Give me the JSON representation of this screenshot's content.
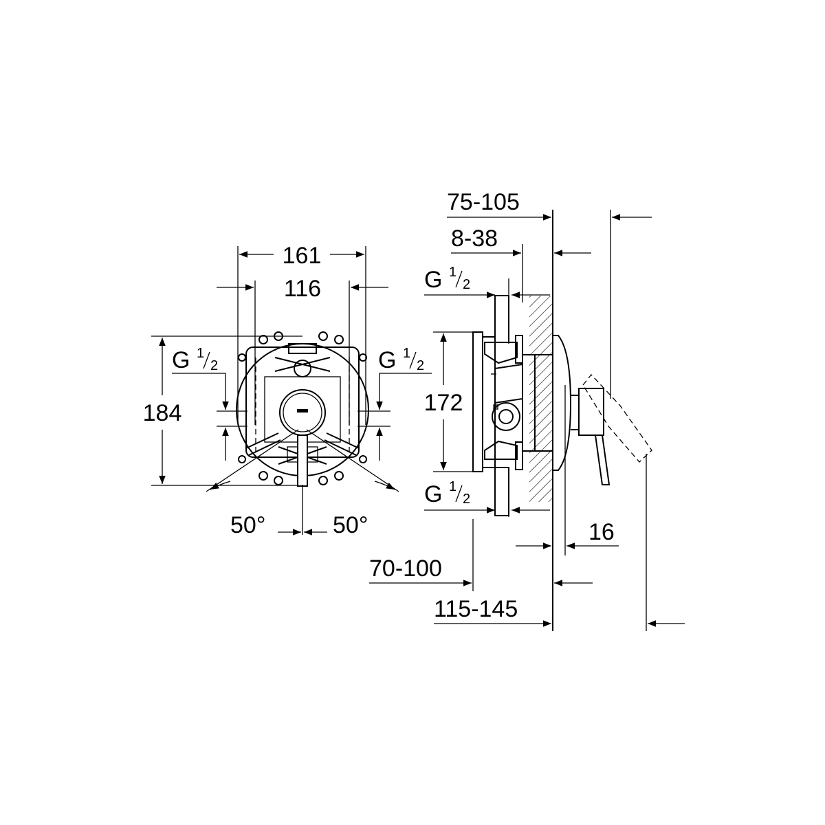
{
  "front_view": {
    "width_outer": "161",
    "width_inner": "116",
    "height": "184",
    "thread_left": {
      "letter": "G",
      "num": "1",
      "den": "2"
    },
    "thread_right": {
      "letter": "G",
      "num": "1",
      "den": "2"
    },
    "angle_left": "50°",
    "angle_right": "50°"
  },
  "side_view": {
    "depth_total": "75-105",
    "depth_front": "8-38",
    "thread_top": {
      "letter": "G",
      "num": "1",
      "den": "2"
    },
    "height": "172",
    "thread_bottom": {
      "letter": "G",
      "num": "1",
      "den": "2"
    },
    "plate_thickness": "16",
    "depth_rear": "70-100",
    "depth_overall": "115-145"
  }
}
